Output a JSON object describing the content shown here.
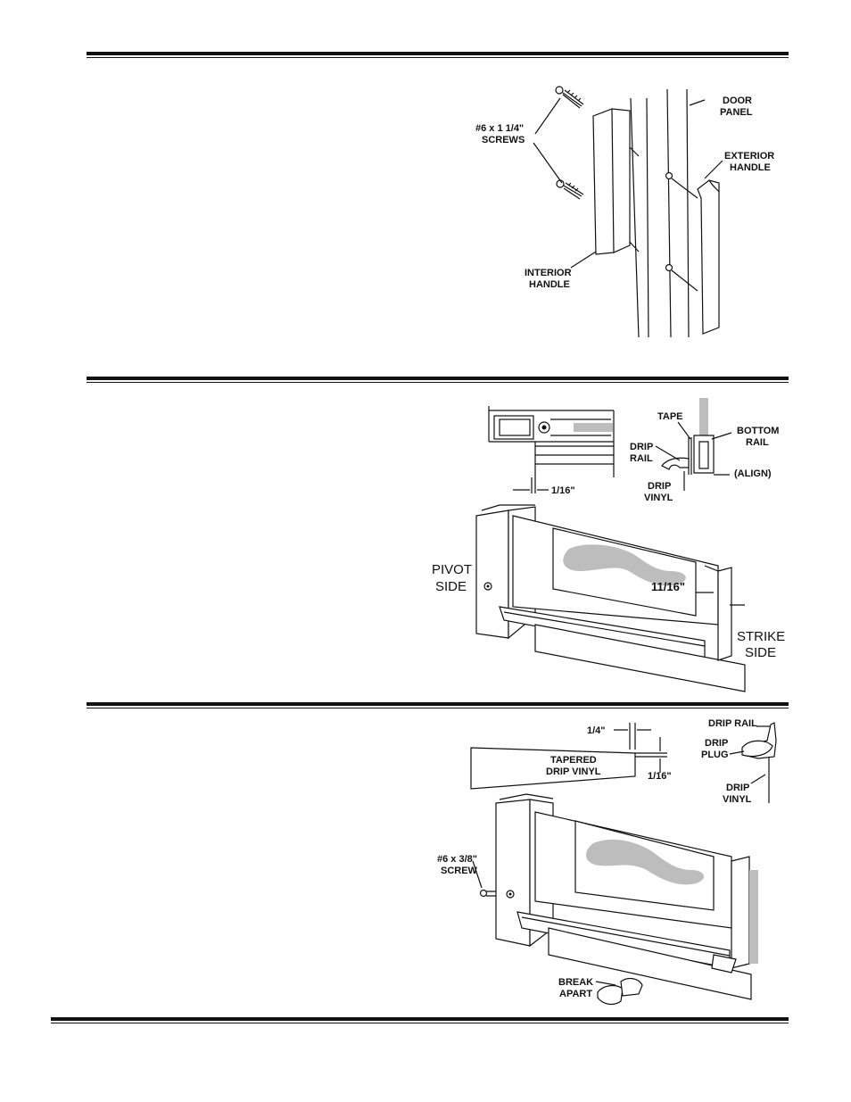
{
  "section1": {
    "labels": {
      "screws_1": "#6 x 1 1/4\"",
      "screws_2": "SCREWS",
      "door_1": "DOOR",
      "door_2": "PANEL",
      "ext_1": "EXTERIOR",
      "ext_2": "HANDLE",
      "int_1": "INTERIOR",
      "int_2": "HANDLE"
    }
  },
  "section2": {
    "labels": {
      "tape": "TAPE",
      "bottom_1": "BOTTOM",
      "bottom_2": "RAIL",
      "drip_rail_1": "DRIP",
      "drip_rail_2": "RAIL",
      "drip_vinyl_1": "DRIP",
      "drip_vinyl_2": "VINYL",
      "align": "(ALIGN)",
      "gap": "1/16\"",
      "pivot_1": "PIVOT",
      "pivot_2": "SIDE",
      "strike_1": "STRIKE",
      "strike_2": "SIDE",
      "offset": "11/16\""
    }
  },
  "section3": {
    "labels": {
      "quarter": "1/4\"",
      "sixteenth": "1/16\"",
      "tapered_1": "TAPERED",
      "tapered_2": "DRIP VINYL",
      "drip_rail": "DRIP RAIL",
      "plug_1": "DRIP",
      "plug_2": "PLUG",
      "vinyl_1": "DRIP",
      "vinyl_2": "VINYL",
      "screw_1": "#6 x 3/8\"",
      "screw_2": "SCREW",
      "break_1": "BREAK",
      "break_2": "APART"
    }
  }
}
